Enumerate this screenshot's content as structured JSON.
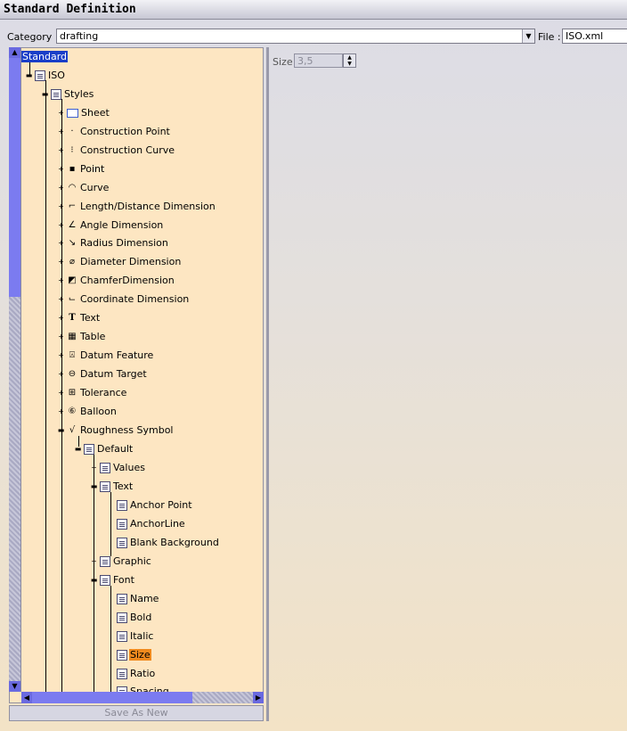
{
  "window": {
    "title": "Standard Definition"
  },
  "category": {
    "label": "Category :",
    "value": "drafting"
  },
  "file": {
    "label": "File :",
    "value": "ISO.xml"
  },
  "size": {
    "label": "Size",
    "value": "3,5"
  },
  "buttons": {
    "save_as_new": "Save As New"
  },
  "tree": {
    "root": "Standard",
    "iso": "ISO",
    "styles": "Styles",
    "sheet": "Sheet",
    "construction_point": "Construction Point",
    "construction_curve": "Construction Curve",
    "point": "Point",
    "curve": "Curve",
    "length_distance": "Length/Distance Dimension",
    "angle": "Angle Dimension",
    "radius": "Radius Dimension",
    "diameter": "Diameter Dimension",
    "chamfer": "ChamferDimension",
    "coordinate": "Coordinate Dimension",
    "text": "Text",
    "table": "Table",
    "datum_feature": "Datum Feature",
    "datum_target": "Datum Target",
    "tolerance": "Tolerance",
    "balloon": "Balloon",
    "roughness": "Roughness Symbol",
    "default": "Default",
    "values": "Values",
    "text2": "Text",
    "anchor_point": "Anchor Point",
    "anchor_line": "AnchorLine",
    "blank_background": "Blank Background",
    "graphic": "Graphic",
    "font": "Font",
    "name": "Name",
    "bold": "Bold",
    "italic": "Italic",
    "size": "Size",
    "ratio": "Ratio",
    "spacing": "Spacing"
  }
}
